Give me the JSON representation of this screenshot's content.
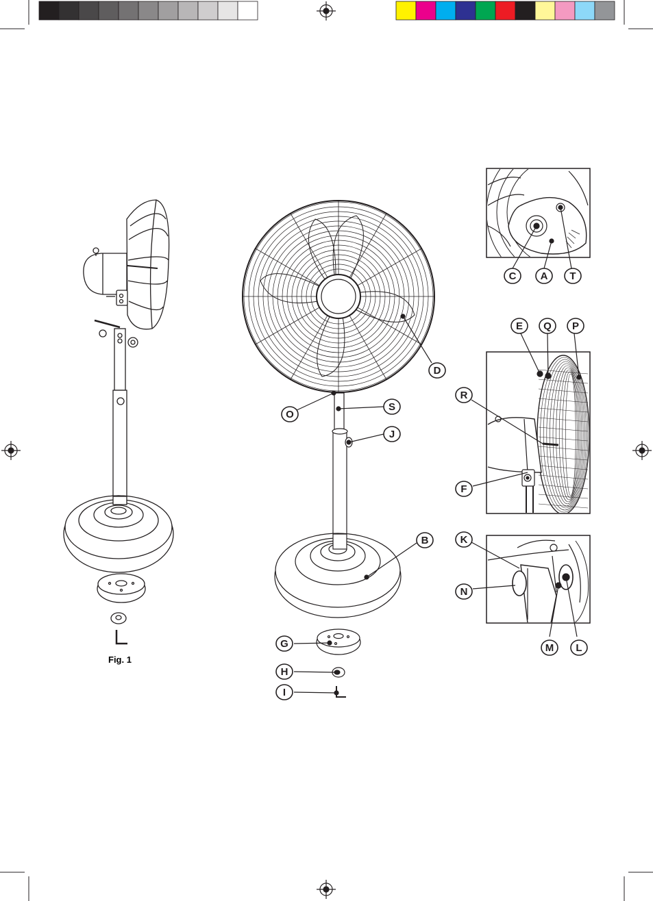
{
  "figure_caption": "Fig. 1",
  "color_bar": {
    "grays": [
      "#231f20",
      "#333132",
      "#4a4849",
      "#5f5d5e",
      "#747273",
      "#8a8889",
      "#a19fa0",
      "#b8b6b7",
      "#cfcdce",
      "#e6e5e5",
      "#ffffff"
    ],
    "colors": [
      "#fff200",
      "#ec008c",
      "#00aeef",
      "#2e3192",
      "#00a651",
      "#ed1c24",
      "#231f20",
      "#fff799",
      "#f49ac1",
      "#8dd8f8",
      "#939598"
    ]
  },
  "labels": {
    "C": "C",
    "A": "A",
    "T": "T",
    "E": "E",
    "Q": "Q",
    "P": "P",
    "D": "D",
    "R": "R",
    "S": "S",
    "O": "O",
    "J": "J",
    "F": "F",
    "K": "K",
    "B": "B",
    "N": "N",
    "M": "M",
    "L": "L",
    "G": "G",
    "H": "H",
    "I": "I"
  }
}
